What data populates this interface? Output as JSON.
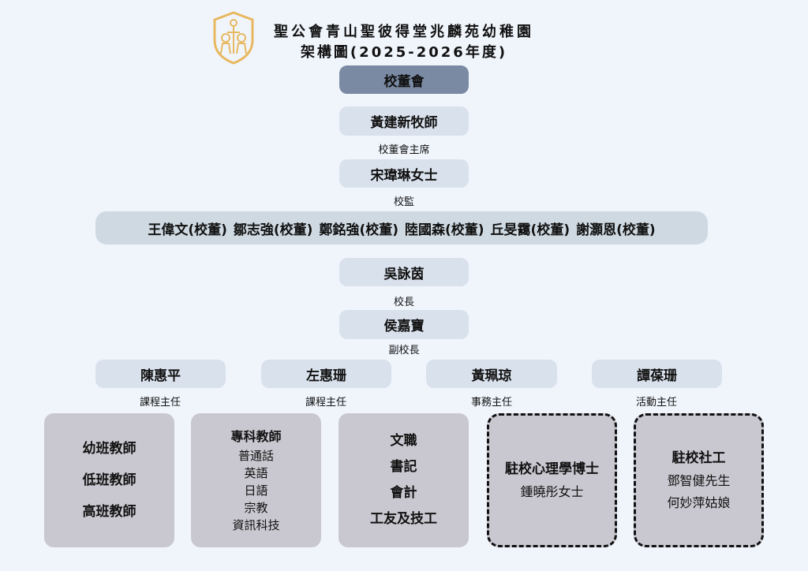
{
  "header": {
    "school_name": "聖公會青山聖彼得堂兆麟苑幼稚園",
    "chart_title": "架構圖(2025-2026年度)"
  },
  "school_board": "校董會",
  "chairman": {
    "name": "黃建新牧師",
    "role": "校董會主席"
  },
  "supervisor": {
    "name": "宋瑋琳女士",
    "role": "校監"
  },
  "managers": [
    "王偉文(校董)",
    "鄒志強(校董)",
    "鄭銘強(校董)",
    "陸國森(校董)",
    "丘旻靄(校董)",
    "謝灝恩(校董)"
  ],
  "principal": {
    "name": "吳詠茵",
    "role": "校長"
  },
  "vice_principal": {
    "name": "侯嘉寶",
    "role": "副校長"
  },
  "heads": [
    {
      "name": "陳惠平",
      "role": "課程主任"
    },
    {
      "name": "左惠珊",
      "role": "課程主任"
    },
    {
      "name": "黃珮琼",
      "role": "事務主任"
    },
    {
      "name": "譚葆珊",
      "role": "活動主任"
    }
  ],
  "teams": {
    "teachers": [
      "幼班教師",
      "低班教師",
      "高班教師"
    ],
    "specialist": {
      "title": "專科教師",
      "subjects": [
        "普通話",
        "英語",
        "日語",
        "宗教",
        "資訊科技"
      ]
    },
    "clerical": [
      "文職",
      "書記",
      "會計",
      "工友及技工"
    ],
    "psychologist": {
      "title": "駐校心理學博士",
      "name": "鍾曉彤女士"
    },
    "social_worker": {
      "title": "駐校社工",
      "names": [
        "鄧智健先生",
        "何妙萍姑娘"
      ]
    }
  },
  "colors": {
    "background": "#f0f5fc",
    "board_header": "#7a8aa3",
    "node": "#d9e1ec",
    "team": "#c9c8d0",
    "logo": "#e8b860"
  }
}
